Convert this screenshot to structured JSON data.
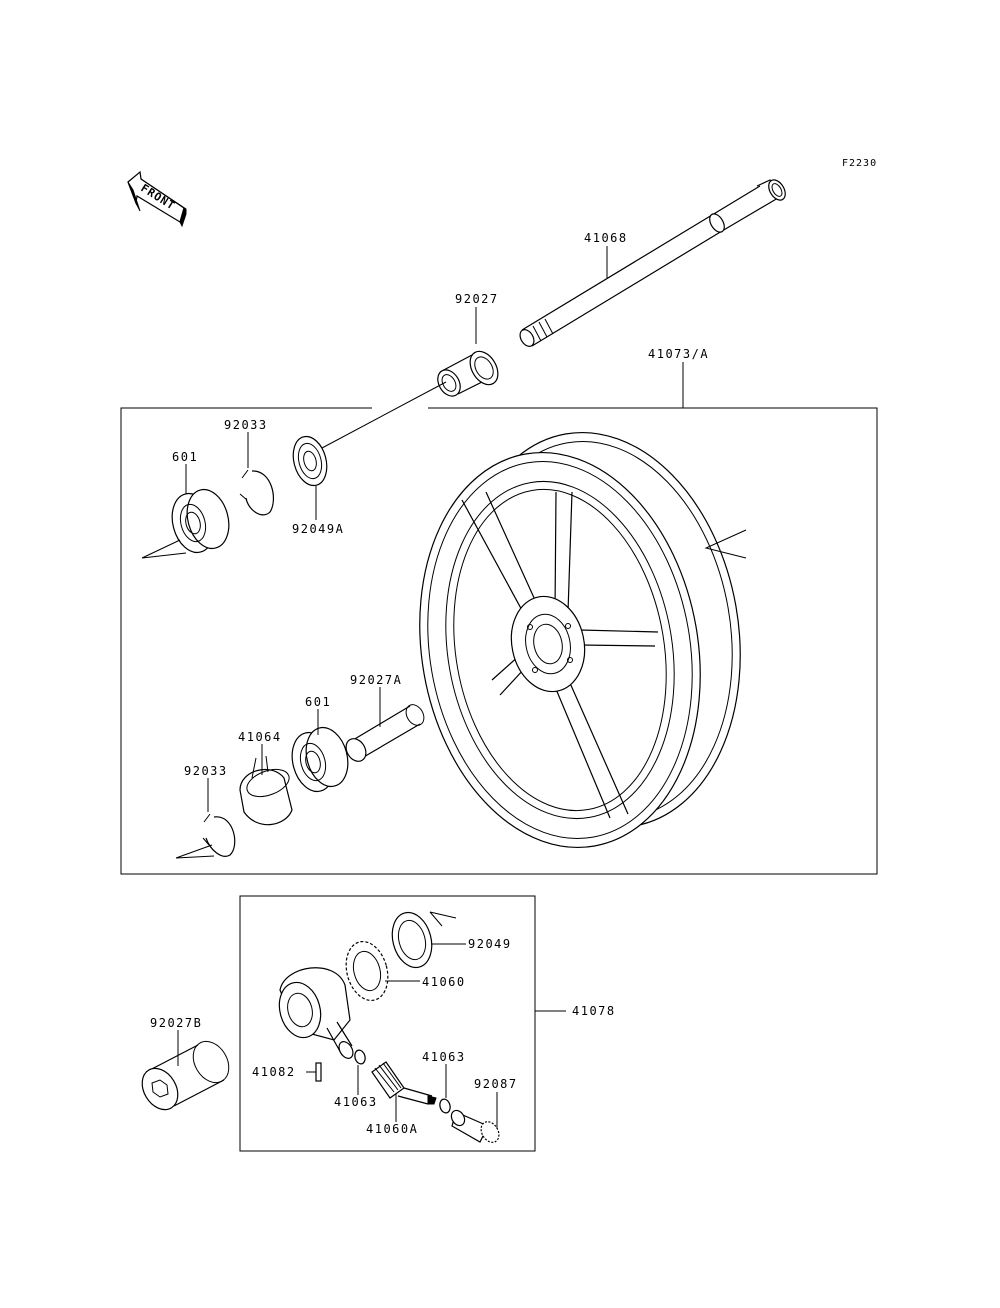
{
  "figure_code": "F2230",
  "front_marker": "FRONT",
  "labels": {
    "axle": "41068",
    "collar_top": "92027",
    "wheel": "41073/A",
    "circlip_top": "92033",
    "bearing_top": "601",
    "oil_seal_left": "92049A",
    "collar_mid": "92027A",
    "bearing_bottom": "601",
    "coupling": "41064",
    "circlip_bottom": "92033",
    "oil_seal_right": "92049",
    "gear": "41060",
    "gear_housing_assy": "41078",
    "collar_b": "92027B",
    "pin": "41082",
    "washer_left": "41063",
    "washer_right": "41063",
    "pinion": "41060A",
    "bushing": "92087"
  }
}
